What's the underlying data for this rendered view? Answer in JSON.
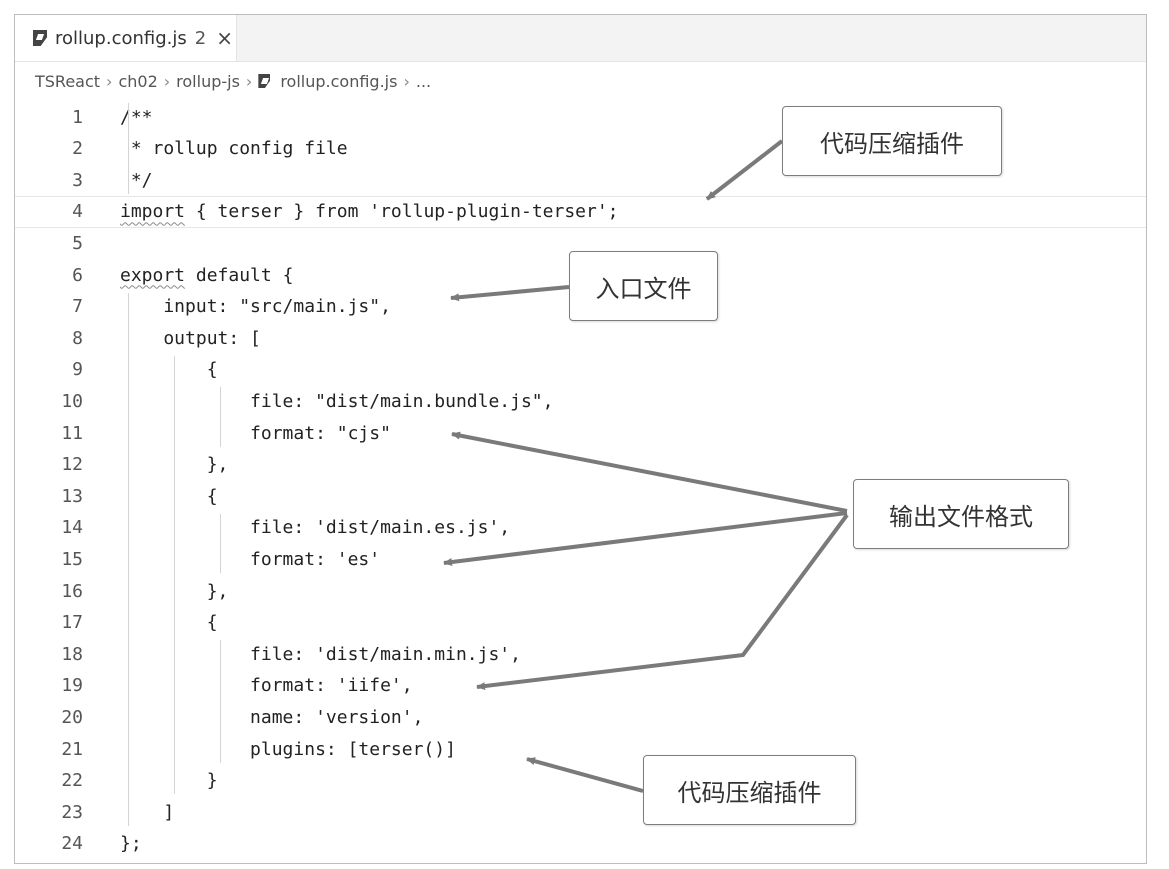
{
  "tab": {
    "title": "rollup.config.js",
    "problems": "2",
    "close": "×",
    "icon": "rollup-file-icon"
  },
  "breadcrumb": [
    "TSReact",
    "ch02",
    "rollup-js",
    "rollup.config.js",
    "..."
  ],
  "editor": {
    "current_line": 4,
    "lines": [
      {
        "n": "1",
        "code": "/**"
      },
      {
        "n": "2",
        "code": " * rollup config file"
      },
      {
        "n": "3",
        "code": " */"
      },
      {
        "n": "4",
        "code": "import { terser } from 'rollup-plugin-terser';"
      },
      {
        "n": "5",
        "code": ""
      },
      {
        "n": "6",
        "code": "export default {"
      },
      {
        "n": "7",
        "code": "    input: \"src/main.js\","
      },
      {
        "n": "8",
        "code": "    output: ["
      },
      {
        "n": "9",
        "code": "        {"
      },
      {
        "n": "10",
        "code": "            file: \"dist/main.bundle.js\","
      },
      {
        "n": "11",
        "code": "            format: \"cjs\""
      },
      {
        "n": "12",
        "code": "        },"
      },
      {
        "n": "13",
        "code": "        {"
      },
      {
        "n": "14",
        "code": "            file: 'dist/main.es.js',"
      },
      {
        "n": "15",
        "code": "            format: 'es'"
      },
      {
        "n": "16",
        "code": "        },"
      },
      {
        "n": "17",
        "code": "        {"
      },
      {
        "n": "18",
        "code": "            file: 'dist/main.min.js',"
      },
      {
        "n": "19",
        "code": "            format: 'iife',"
      },
      {
        "n": "20",
        "code": "            name: 'version',"
      },
      {
        "n": "21",
        "code": "            plugins: [terser()]"
      },
      {
        "n": "22",
        "code": "        }"
      },
      {
        "n": "23",
        "code": "    ]"
      },
      {
        "n": "24",
        "code": "};"
      }
    ]
  },
  "callouts": {
    "compress_plugin_top": "代码压缩插件",
    "entry_file": "入口文件",
    "output_format": "输出文件格式",
    "compress_plugin_bottom": "代码压缩插件"
  }
}
